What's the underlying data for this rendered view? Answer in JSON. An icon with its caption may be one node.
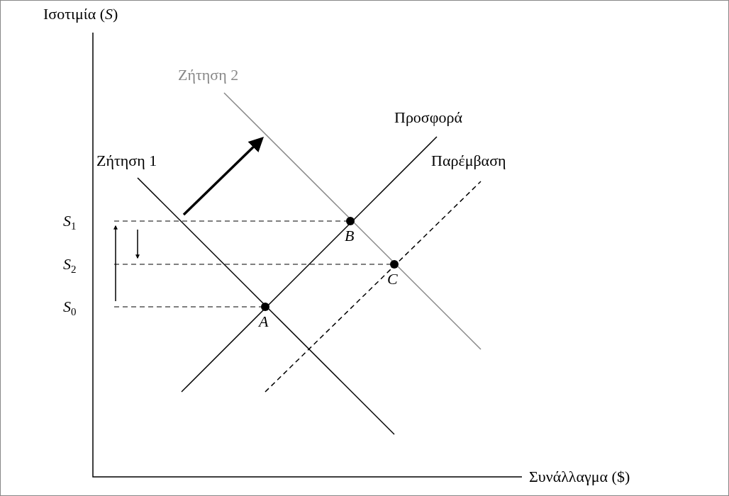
{
  "diagram": {
    "nodes": [
      {
        "text": [
          "*S*$_{1}$"
        ]
      },
      {
        "text": [],
        "shape": "circle",
        "beside": [
          "B"
        ]
      },
      {
        "text": [
          "*S*$_{2}$"
        ]
      },
      {
        "text": [],
        "shape": "circle",
        "beside": [
          "C"
        ]
      },
      {
        "text": [
          "*S*$_{0}$"
        ]
      },
      {
        "text": [],
        "shape": "circle",
        "beside": [
          "A"
        ]
      }
    ],
    "edges": [
      {
        "from": 0,
        "to": 1,
        "arrow": "none",
        "style": "dashed"
      },
      {
        "from": 2,
        "to": 3,
        "arrow": "none",
        "style": "dashed"
      },
      {
        "from": 4,
        "to": 5,
        "arrow": "none",
        "style": "dashed"
      }
    ],
    "labels": [
      "Ισοτιμία (*S*)",
      "Ζήτηση 2",
      "Προσφορά",
      "Ζήτηση 1",
      "Παρέμβαση",
      "Συνάλλαγμα ($)"
    ]
  }
}
